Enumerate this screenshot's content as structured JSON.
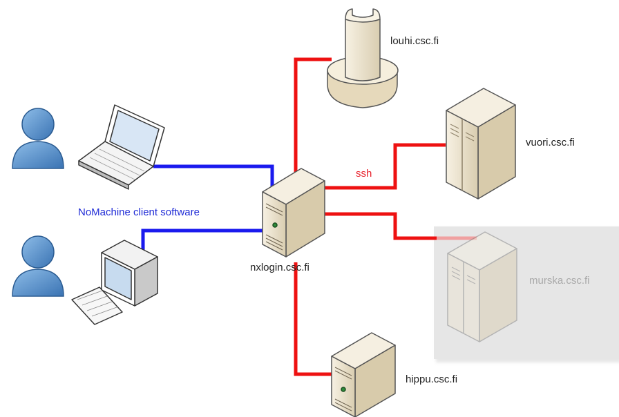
{
  "colors": {
    "client_link": "#1a1aee",
    "ssh_link": "#ee1111",
    "server_beige": "#efe6d2",
    "server_dark": "#c9bc9e",
    "person_blue": "#4d88c4",
    "inactive_panel": "#e4e4e4"
  },
  "icons": {
    "user_1": "person-icon",
    "user_2": "person-icon",
    "laptop": "laptop-icon",
    "desktop": "desktop-computer-icon",
    "gateway": "server-icon",
    "louhi": "supercomputer-icon",
    "vuori": "server-cabinet-icon",
    "murska": "server-cabinet-icon",
    "hippu": "server-icon"
  },
  "labels": {
    "client_software": "NoMachine client software",
    "ssh": "ssh",
    "gateway": "nxlogin.csc.fi",
    "louhi": "louhi.csc.fi",
    "vuori": "vuori.csc.fi",
    "murska": "murska.csc.fi",
    "hippu": "hippu.csc.fi"
  }
}
